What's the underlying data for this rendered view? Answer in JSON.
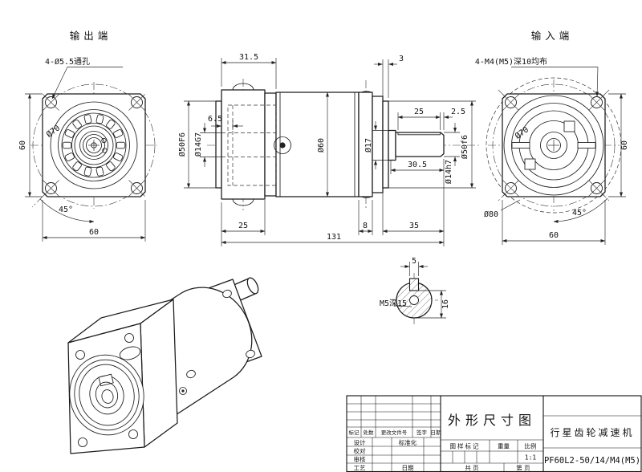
{
  "headers": {
    "output_end": "输出端",
    "input_end": "输入端"
  },
  "output_view": {
    "callout": "4-Ø5.5通孔",
    "bolt_circle": "Ø70",
    "angle": "45°",
    "width": "60",
    "height": "60"
  },
  "side_view": {
    "d31_5": "31.5",
    "d6_5": "6.5",
    "d3": "3",
    "d25key": "25",
    "d2_5": "2.5",
    "dia50F6": "Ø50F6",
    "dia14G7": "Ø14G7",
    "dia60": "Ø60",
    "dia17": "Ø17",
    "d30_5": "30.5",
    "dia14h7": "Ø14h7",
    "dia50f6": "Ø50f6",
    "d25": "25",
    "d8": "8",
    "d35": "35",
    "d131": "131"
  },
  "input_view": {
    "callout": "4-M4(M5)深10均布",
    "bolt_circle": "Ø70",
    "body_dia": "Ø80",
    "angle": "45°",
    "width": "60",
    "height": "60"
  },
  "shaft_section": {
    "key_width": "5",
    "section_height": "16",
    "tap": "M5深15"
  },
  "title_block": {
    "title": "外形尺寸图",
    "product": "行星齿轮减速机",
    "model": "PF60L2-50/14/M4(M5)",
    "rev_mark": "标记",
    "rev_count": "处数",
    "rev_doc": "更改文件号",
    "rev_sign": "签字",
    "rev_date": "日期",
    "role_design": "设计",
    "role_proof": "校对",
    "role_audit": "审核",
    "role_craft": "工艺",
    "role_standard": "标准化",
    "role_date": "日期",
    "stamp_mark": "图样标记",
    "stamp_weight": "重量",
    "stamp_scale": "比例",
    "scale_value": "1:1",
    "pages_total": "共  页",
    "page_no": "第  页"
  }
}
